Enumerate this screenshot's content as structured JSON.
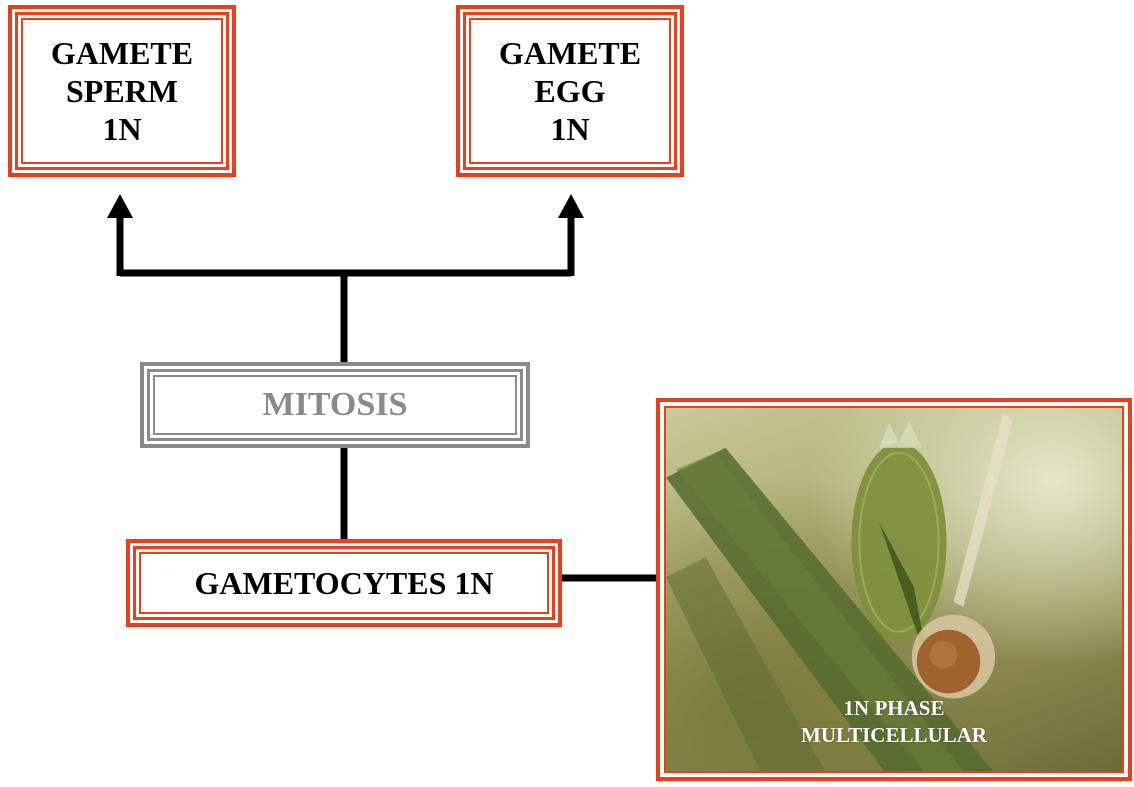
{
  "nodes": {
    "gamete_sperm": {
      "lines": [
        "GAMETE",
        "SPERM",
        "1N"
      ]
    },
    "gamete_egg": {
      "lines": [
        "GAMETE",
        "EGG",
        "1N"
      ]
    },
    "mitosis": {
      "label": "MITOSIS"
    },
    "gametocytes": {
      "label": "GAMETOCYTES 1N"
    }
  },
  "photo": {
    "caption_lines": [
      "1N PHASE",
      "MULTICELLULAR"
    ]
  },
  "colors": {
    "frame_red": "#e8401c",
    "frame_gray": "#8a8a8a",
    "connector": "#000000"
  }
}
